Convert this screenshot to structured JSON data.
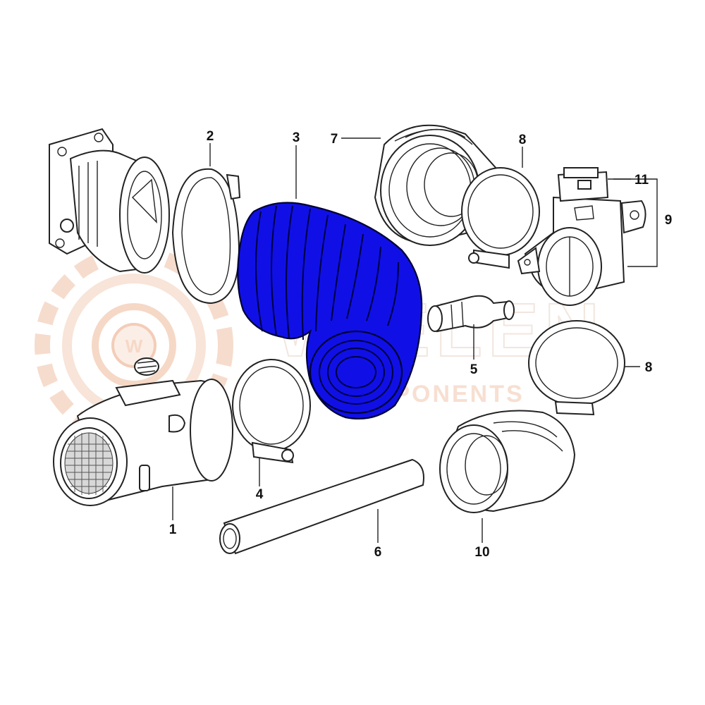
{
  "watermark": {
    "brand_word": "WIELEN",
    "brand_sub": "COMPONENTS",
    "logo_letter": "W"
  },
  "callouts": [
    {
      "id": "1",
      "text": "1"
    },
    {
      "id": "2",
      "text": "2"
    },
    {
      "id": "3",
      "text": "3"
    },
    {
      "id": "4",
      "text": "4"
    },
    {
      "id": "5",
      "text": "5"
    },
    {
      "id": "6",
      "text": "6"
    },
    {
      "id": "7",
      "text": "7"
    },
    {
      "id": "8a",
      "text": "8"
    },
    {
      "id": "8b",
      "text": "8"
    },
    {
      "id": "9",
      "text": "9"
    },
    {
      "id": "10",
      "text": "10"
    },
    {
      "id": "11",
      "text": "11"
    }
  ],
  "colors": {
    "highlight": "#1010e6",
    "watermark": "#f4d2bf",
    "line": "#222222"
  }
}
